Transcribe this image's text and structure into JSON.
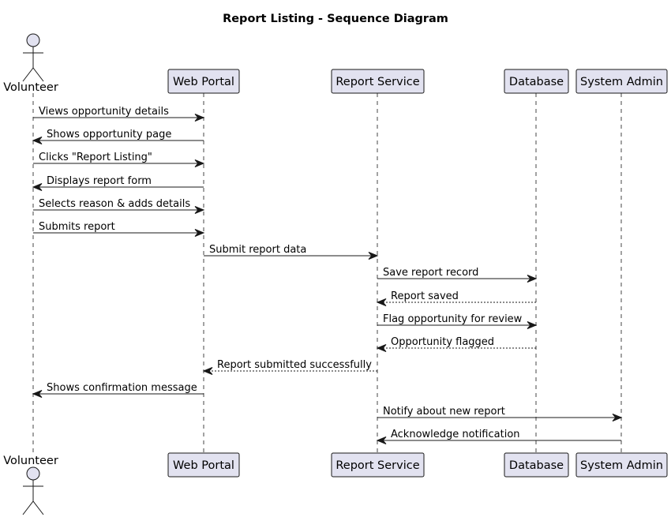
{
  "title": "Report Listing - Sequence Diagram",
  "participants": [
    {
      "id": "volunteer",
      "label": "Volunteer",
      "kind": "actor"
    },
    {
      "id": "webportal",
      "label": "Web Portal",
      "kind": "participant"
    },
    {
      "id": "reportservice",
      "label": "Report Service",
      "kind": "participant"
    },
    {
      "id": "database",
      "label": "Database",
      "kind": "participant"
    },
    {
      "id": "sysadmin",
      "label": "System Admin",
      "kind": "participant"
    }
  ],
  "messages": [
    {
      "from": "volunteer",
      "to": "webportal",
      "label": "Views opportunity details",
      "style": "solid"
    },
    {
      "from": "webportal",
      "to": "volunteer",
      "label": "Shows opportunity page",
      "style": "solid"
    },
    {
      "from": "volunteer",
      "to": "webportal",
      "label": "Clicks \"Report Listing\"",
      "style": "solid"
    },
    {
      "from": "webportal",
      "to": "volunteer",
      "label": "Displays report form",
      "style": "solid"
    },
    {
      "from": "volunteer",
      "to": "webportal",
      "label": "Selects reason & adds details",
      "style": "solid"
    },
    {
      "from": "volunteer",
      "to": "webportal",
      "label": "Submits report",
      "style": "solid"
    },
    {
      "from": "webportal",
      "to": "reportservice",
      "label": "Submit report data",
      "style": "solid"
    },
    {
      "from": "reportservice",
      "to": "database",
      "label": "Save report record",
      "style": "solid"
    },
    {
      "from": "database",
      "to": "reportservice",
      "label": "Report saved",
      "style": "dashed"
    },
    {
      "from": "reportservice",
      "to": "database",
      "label": "Flag opportunity for review",
      "style": "solid"
    },
    {
      "from": "database",
      "to": "reportservice",
      "label": "Opportunity flagged",
      "style": "dashed"
    },
    {
      "from": "reportservice",
      "to": "webportal",
      "label": "Report submitted successfully",
      "style": "dashed"
    },
    {
      "from": "webportal",
      "to": "volunteer",
      "label": "Shows confirmation message",
      "style": "solid"
    },
    {
      "from": "reportservice",
      "to": "sysadmin",
      "label": "Notify about new report",
      "style": "solid"
    },
    {
      "from": "sysadmin",
      "to": "reportservice",
      "label": "Acknowledge notification",
      "style": "solid"
    }
  ]
}
